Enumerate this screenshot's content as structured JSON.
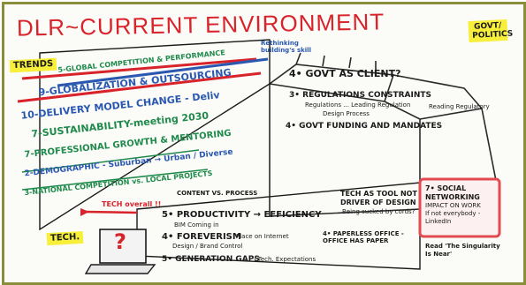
{
  "title": "DLR~CURRENT ENVIRONMENT",
  "notes": {
    "trends": "TRENDS",
    "govt": "GOVT/ POLITICS",
    "tech": "TECH."
  },
  "trends": [
    "5-GLOBAL COMPETITION & PERFORMANCE",
    "9-GLOBALIZATION & OUTSOURCING",
    "10-DELIVERY MODEL CHANGE - Deliv",
    "7-SUSTAINABILITY-meeting 2030",
    "7-PROFESSIONAL GROWTH & MENTORING",
    "2-DEMOGRAPHIC - Suburban → Urban / Diverse",
    "3-NATIONAL COMPETITION vs. LOCAL PROJECTS"
  ],
  "govt": [
    "4• GOVT AS CLIENT?",
    "3• REGULATIONS CONSTRAINTS",
    "4• GOVT FUNDING AND MANDATES"
  ],
  "govt_sub": [
    "Regulations ... Leading Regulation",
    "Design Process",
    "Reading Regulatory"
  ],
  "tech": [
    "5• PRODUCTIVITY → EFFICIENCY",
    "4• FOREVERISM",
    "5• GENERATION GAPS"
  ],
  "tech_sub": [
    "BIM Coming in",
    "Place on Internet",
    "Design / Brand Control",
    "- Tech. Expectations"
  ],
  "tech_mid": [
    "TECH AS TOOL NOT",
    "DRIVER OF DESIGN",
    "Being sucked by cords?"
  ],
  "tech_paper": [
    "4• PAPERLESS OFFICE - OFFICE HAS PAPER"
  ],
  "social": [
    "7• SOCIAL NETWORKING",
    "IMPACT ON WORK",
    "If not everybody - LinkedIn"
  ],
  "misc": {
    "bldg_note": "Rethinking building's skill",
    "content_label": "CONTENT VS. PROCESS",
    "tech_overall": "TECH overall !!",
    "singularity": "Read 'The Singularity Is Near'",
    "question": "?"
  },
  "colors": {
    "red": "#d8232a",
    "green": "#1f8a4b",
    "blue": "#2a58b0",
    "ink": "#1a1a1a",
    "yellow": "#f7ef3a",
    "frame": "#8a8e3a"
  }
}
